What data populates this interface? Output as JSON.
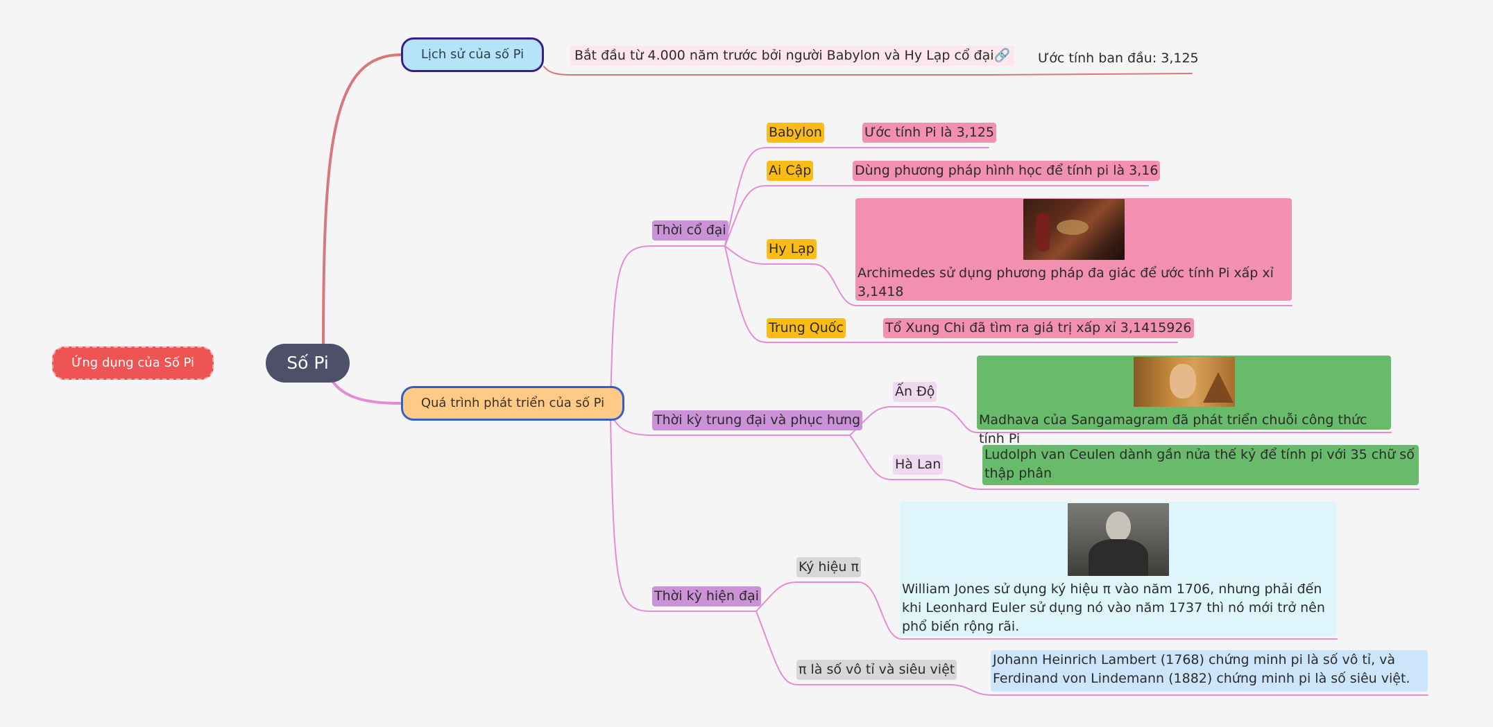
{
  "central": {
    "label": "Số Pi"
  },
  "application": {
    "label": "Ứng dụng của Số Pi"
  },
  "history": {
    "label": "Lịch sử của số Pi",
    "detail": "Bắt đầu từ 4.000 năm trước bởi người Babylon và Hy Lạp cổ đại",
    "link_icon": "🔗",
    "estimate": "Ước tính ban đầu: 3,125"
  },
  "development": {
    "label": "Quá trình phát triển của số Pi",
    "ancient": {
      "label": "Thời cổ đại",
      "babylon": {
        "label": "Babylon",
        "detail": "Ước tính Pi là 3,125"
      },
      "egypt": {
        "label": "Ai Cập",
        "detail": "Dùng phương pháp hình học để tính pi là 3,16"
      },
      "greece": {
        "label": "Hy Lạp",
        "detail": "Archimedes sử dụng phương pháp đa giác để ước tính Pi xấp xỉ 3,1418"
      },
      "china": {
        "label": "Trung Quốc",
        "detail": "Tổ Xung Chi đã tìm ra giá trị xấp xỉ 3,1415926"
      }
    },
    "medieval": {
      "label": "Thời kỳ trung đại và phục hưng",
      "india": {
        "label": "Ấn Độ",
        "detail": "Madhava của Sangamagram đã phát triển chuỗi công thức tính Pi"
      },
      "netherlands": {
        "label": "Hà Lan",
        "detail": "Ludolph van Ceulen dành gần nửa thế kỷ để tính pi với 35 chữ số thập phân"
      }
    },
    "modern": {
      "label": "Thời kỳ hiện đại",
      "symbol": {
        "label": "Ký hiệu π",
        "detail": "William Jones sử dụng ký hiệu π vào năm 1706, nhưng phải đến khi Leonhard Euler sử dụng nó vào năm 1737 thì nó mới trở nên phổ biến rộng rãi."
      },
      "irrational": {
        "label": "π là số vô tỉ và siêu việt",
        "detail": "Johann Heinrich Lambert (1768) chứng minh pi là số vô tỉ, và Ferdinand von Lindemann (1882) chứng minh pi là số siêu việt."
      }
    }
  },
  "colors": {
    "central": "#4d5068",
    "application": "#ee5454",
    "history_fill": "#b5e3f8",
    "history_border": "#3a1c8a",
    "history_branch": "#d9777b",
    "development_fill": "#ffca86",
    "development_border": "#2f5fcf",
    "development_branch": "#e58bd6",
    "era": "#cb92d8",
    "country": "#fbbc16",
    "detail_pink": "#f38fb0",
    "detail_green": "#68bb6a",
    "detail_light_blue": "#dff5fc",
    "detail_blue": "#cde5fb",
    "label_gray": "#d7d7d7",
    "label_lilac": "#efd9f1"
  }
}
